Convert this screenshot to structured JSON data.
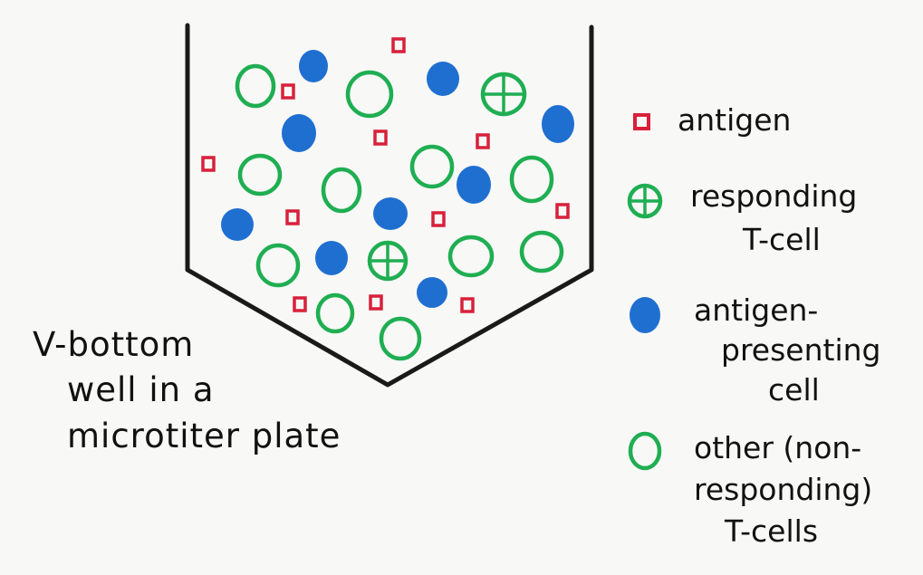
{
  "well_label": {
    "lines": [
      "V-bottom",
      "well in a",
      "microtiter plate"
    ]
  },
  "legend": [
    {
      "key": "antigen",
      "lines": [
        "antigen"
      ],
      "icon": "antigen-square-icon"
    },
    {
      "key": "responding",
      "lines": [
        "responding",
        "T-cell"
      ],
      "icon": "responding-t-cell-icon"
    },
    {
      "key": "apc",
      "lines": [
        "antigen-",
        "presenting",
        "cell"
      ],
      "icon": "antigen-presenting-cell-icon"
    },
    {
      "key": "other",
      "lines": [
        "other (non-",
        "responding)",
        "T-cells"
      ],
      "icon": "other-t-cell-icon"
    }
  ],
  "colors": {
    "outline": "#1a1a1a",
    "antigen": "#d8203a",
    "t_cell": "#1fae52",
    "apc": "#1f6fd1",
    "ink": "#111111"
  }
}
